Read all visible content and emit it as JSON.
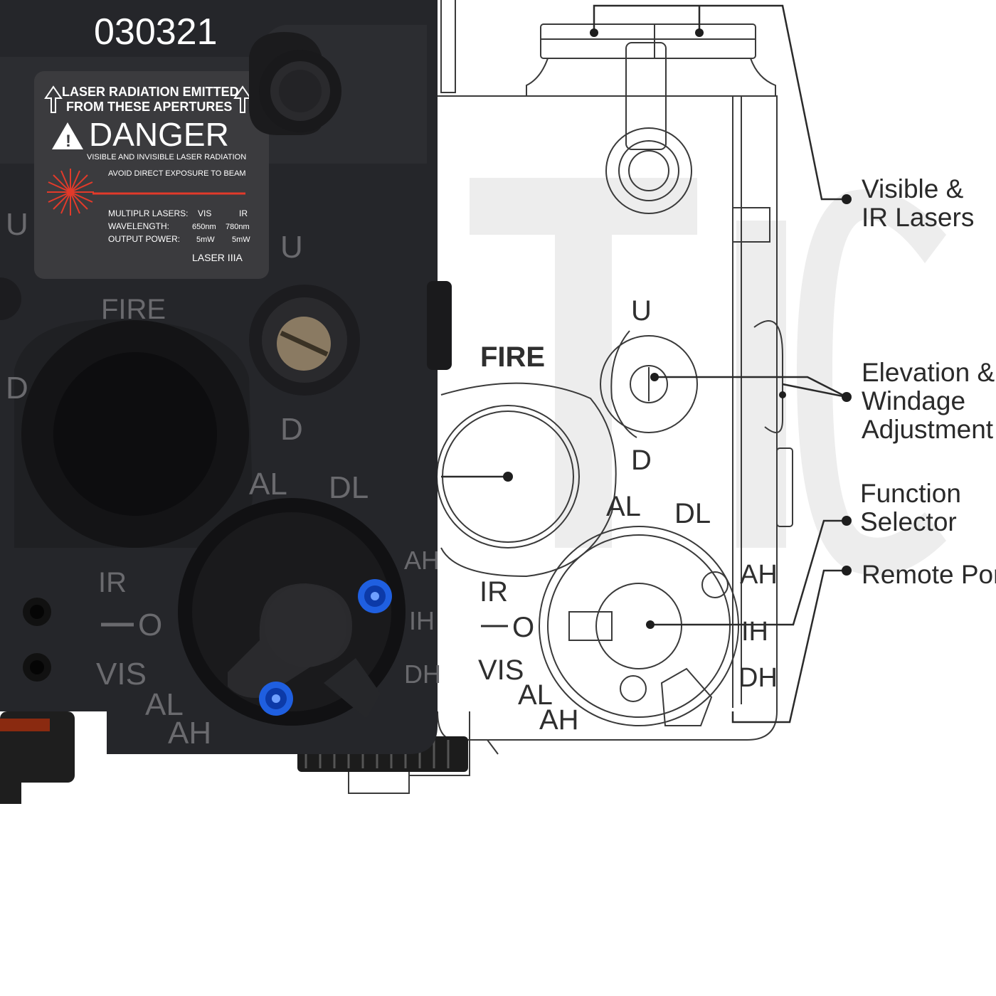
{
  "serial_number": "030321",
  "warning_label": {
    "top_line1": "LASER RADIATION EMITTED",
    "top_line2": "FROM THESE APERTURES",
    "danger": "DANGER",
    "sub1": "VISIBLE AND INVISIBLE LASER RADIATION",
    "sub2": "AVOID DIRECT EXPOSURE TO BEAM",
    "row1_label": "MULTIPLR LASERS:",
    "row1_vis": "VIS",
    "row1_ir": "IR",
    "row2_label": "WAVELENGTH:",
    "row2_vis": "650nm",
    "row2_ir": "780nm",
    "row3_label": "OUTPUT POWER:",
    "row3_vis": "5mW",
    "row3_ir": "5mW",
    "class": "LASER  IIIA"
  },
  "device_labels": {
    "fire": "FIRE",
    "up": "U",
    "down": "D",
    "al": "AL",
    "dl": "DL",
    "ah": "AH",
    "ih": "IH",
    "dh": "DH",
    "ir": "IR",
    "off": "O",
    "vis": "VIS",
    "al_low": "AL",
    "ah_low": "AH"
  },
  "callouts": {
    "lasers": [
      "Visible &",
      "IR Lasers"
    ],
    "adjustment": [
      "Elevation &",
      "Windage",
      "Adjustment"
    ],
    "selector": [
      "Function",
      "Selector"
    ],
    "remote": [
      "Remote Port"
    ]
  },
  "colors": {
    "device_body": "#26272b",
    "label_plate": "#3c3c3e",
    "screw_blue": "#1f5fe0",
    "line_art": "#3a3a3a",
    "watermark": "#ececec"
  }
}
